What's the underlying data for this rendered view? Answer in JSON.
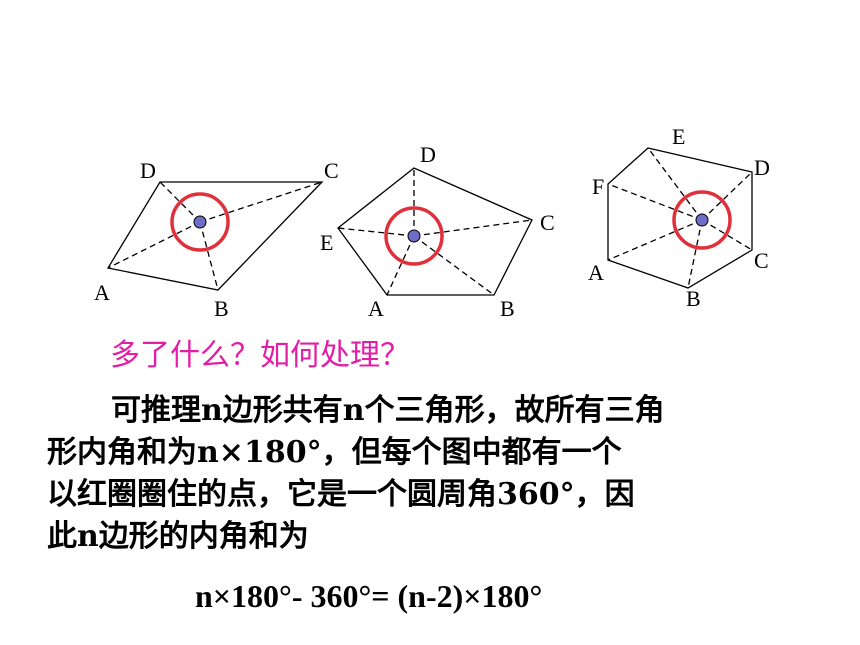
{
  "figures": {
    "quad": {
      "labels": {
        "A": "A",
        "B": "B",
        "C": "C",
        "D": "D"
      }
    },
    "pent": {
      "labels": {
        "A": "A",
        "B": "B",
        "C": "C",
        "D": "D",
        "E": "E"
      }
    },
    "hex": {
      "labels": {
        "A": "A",
        "B": "B",
        "C": "C",
        "D": "D",
        "E": "E",
        "F": "F"
      }
    }
  },
  "colors": {
    "circle": "#e0303c",
    "center_dot": "#6e6ec8",
    "question": "#e01fa6"
  },
  "question": "多了什么？如何处理？",
  "paragraph": {
    "line1": "可推理n边形共有n个三角形，故所有三角",
    "line2": "形内角和为n×180°，但每个图中都有一个",
    "line3": "以红圈圈住的点，它是一个圆周角360°，因",
    "line4": "此n边形的内角和为"
  },
  "formula": "n×180°- 360°= (n-2)×180°"
}
